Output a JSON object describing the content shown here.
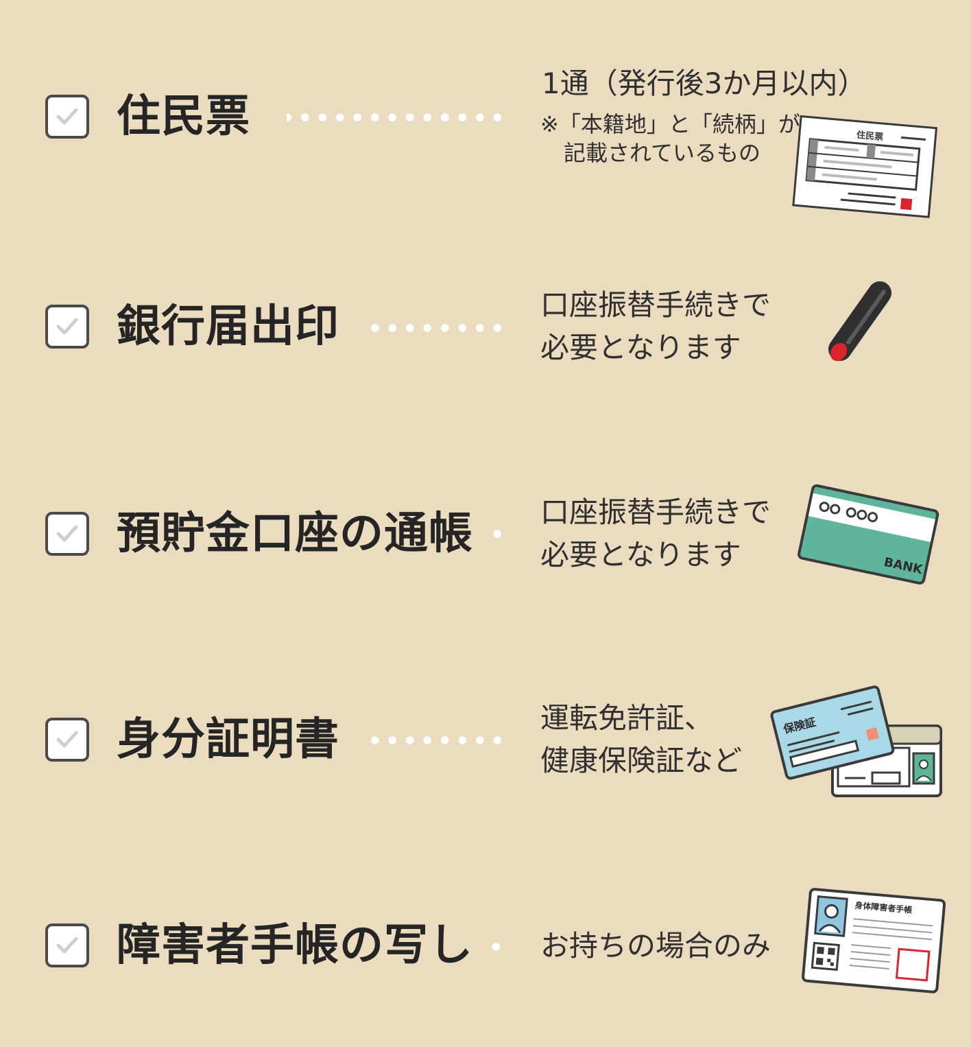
{
  "background_color": "#ebdcc0",
  "items": [
    {
      "title": "住民票",
      "description_main": "1通（発行後3か月以内）",
      "note_line1": "※「本籍地」と「続柄」が",
      "note_line2": "記載されているもの",
      "illustration": "juminhyo-document-icon",
      "illustration_label": "住民票"
    },
    {
      "title": "銀行届出印",
      "description_line1": "口座振替手続きで",
      "description_line2": "必要となります",
      "illustration": "hanko-seal-icon"
    },
    {
      "title": "預貯金口座の通帳",
      "description_line1": "口座振替手続きで",
      "description_line2": "必要となります",
      "illustration": "bank-passbook-icon",
      "illustration_label": "BANK"
    },
    {
      "title": "身分証明書",
      "description_line1": "運転免許証、",
      "description_line2": "健康保険証など",
      "illustration": "id-cards-icon",
      "illustration_label": "保険証"
    },
    {
      "title": "障害者手帳の写し",
      "description_line1": "お持ちの場合のみ",
      "illustration": "disability-handbook-icon",
      "illustration_label": "身体障害者手帳"
    }
  ]
}
